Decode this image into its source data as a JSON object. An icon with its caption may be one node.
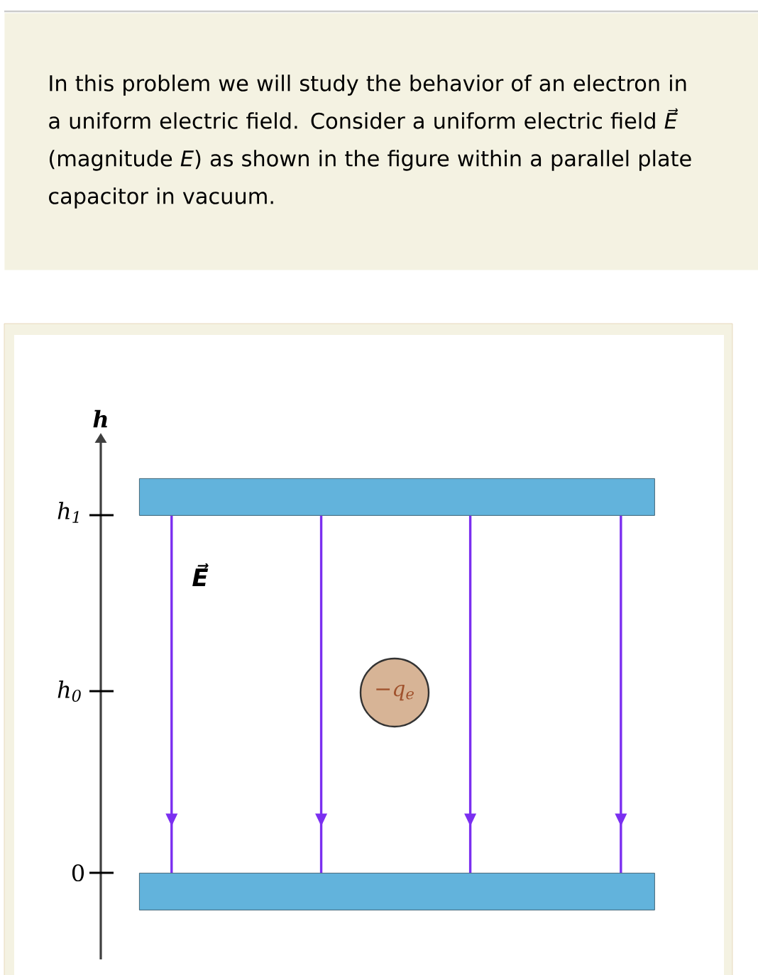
{
  "diagram": {
    "nodes": [
      {
        "text": [
          "In this problem we will study the behavior of an electron in a uniform electric field. Consider a uniform electric field *E⃗* (magnitude *E*) as shown in the figure within a parallel plate capacitor in vacuum."
        ]
      },
      {
        "text": [],
        "shape": "bar"
      },
      {
        "text": [
          "−q$_{e}$"
        ]
      },
      {
        "text": [],
        "shape": "bar"
      }
    ],
    "edges": [
      {
        "from": 1,
        "to": 3,
        "arrow": "to"
      },
      {
        "from": 1,
        "to": 3,
        "arrow": "to"
      },
      {
        "from": 1,
        "to": 3,
        "arrow": "to"
      },
      {
        "from": 1,
        "to": 3,
        "arrow": "to"
      }
    ],
    "labels": [
      "h",
      "h$_{1}$",
      "E⃗",
      "h$_{0}$",
      "0"
    ]
  }
}
